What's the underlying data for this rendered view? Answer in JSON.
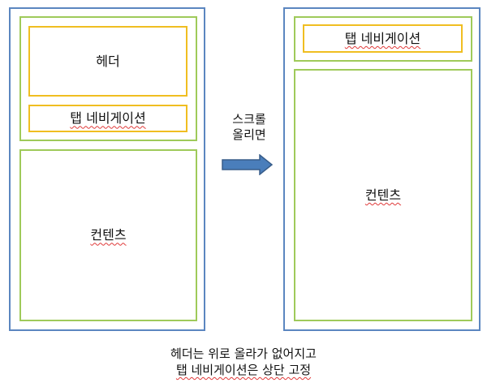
{
  "before": {
    "header": "헤더",
    "tab_nav": "탭 네비게이션",
    "content": "컨텐츠"
  },
  "transition": {
    "line1": "스크롤",
    "line2": "올리면"
  },
  "after": {
    "tab_nav": "탭 네비게이션",
    "content": "컨텐츠"
  },
  "caption": {
    "line1": "헤더는 위로 올라가 없어지고",
    "line2": "탭 네비게이션은 상단 고정"
  },
  "colors": {
    "frame": "#5b86c0",
    "section": "#9fca5a",
    "highlight": "#f0be21",
    "arrow_fill": "#4a7ebb",
    "arrow_stroke": "#385d8a",
    "spellcheck": "#e03a3a"
  }
}
